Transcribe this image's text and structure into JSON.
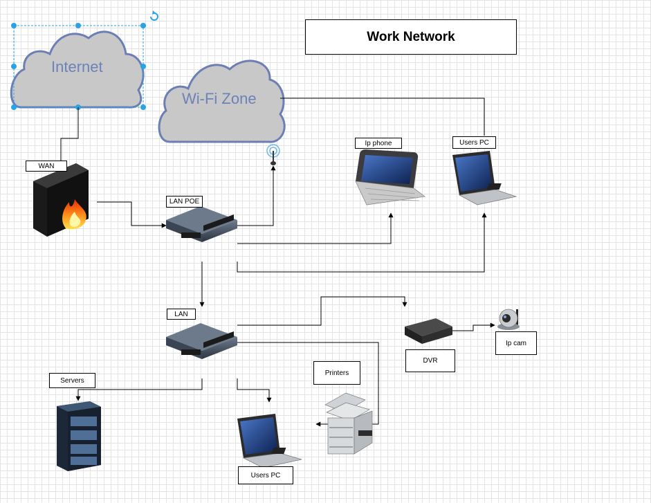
{
  "diagram": {
    "title": "Work Network",
    "clouds": {
      "internet": "Internet",
      "wifi": "Wi-Fi Zone"
    },
    "labels": {
      "wan": "WAN",
      "lan_poe": "LAN POE",
      "lan": "LAN",
      "ip_phone": "Ip phone",
      "users_pc_top": "Users PC",
      "dvr": "DVR",
      "ip_cam": "Ip cam",
      "printers": "Printers",
      "servers": "Servers",
      "users_pc_bottom": "Users PC"
    },
    "colors": {
      "cloud_fill": "#c8c8c8",
      "cloud_stroke": "#6c7fb5",
      "selection": "#29a3e6",
      "connector": "#000000"
    }
  }
}
